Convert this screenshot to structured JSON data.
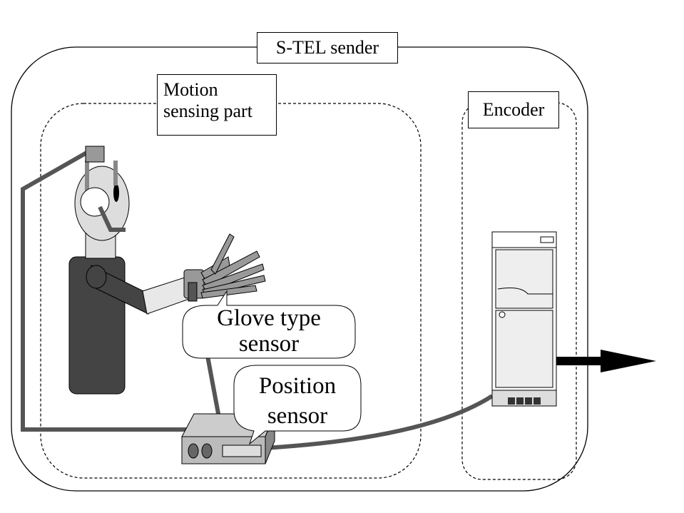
{
  "diagram": {
    "outer_label": "S-TEL sender",
    "motion_label_line1": "Motion",
    "motion_label_line2": "sensing part",
    "encoder_label": "Encoder",
    "glove_line1": "Glove type",
    "glove_line2": "sensor",
    "position_line1": "Position",
    "position_line2": "sensor"
  }
}
